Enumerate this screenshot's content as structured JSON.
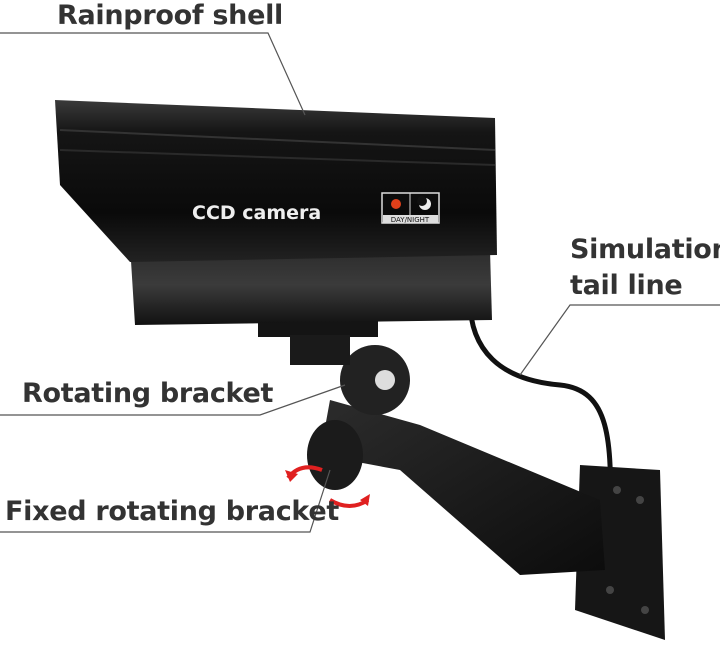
{
  "labels": {
    "rainproof_shell": "Rainproof shell",
    "simulation_tail_line_1": "Simulation",
    "simulation_tail_line_2": "tail line",
    "rotating_bracket": "Rotating bracket",
    "fixed_rotating_bracket": "Fixed rotating bracket"
  },
  "camera": {
    "brand_text": "CCD camera",
    "badge_text": "DAY/NIGHT"
  },
  "colors": {
    "label_text": "#333333",
    "body": "#111111",
    "arrow": "#e02020",
    "sun": "#e0401a"
  }
}
